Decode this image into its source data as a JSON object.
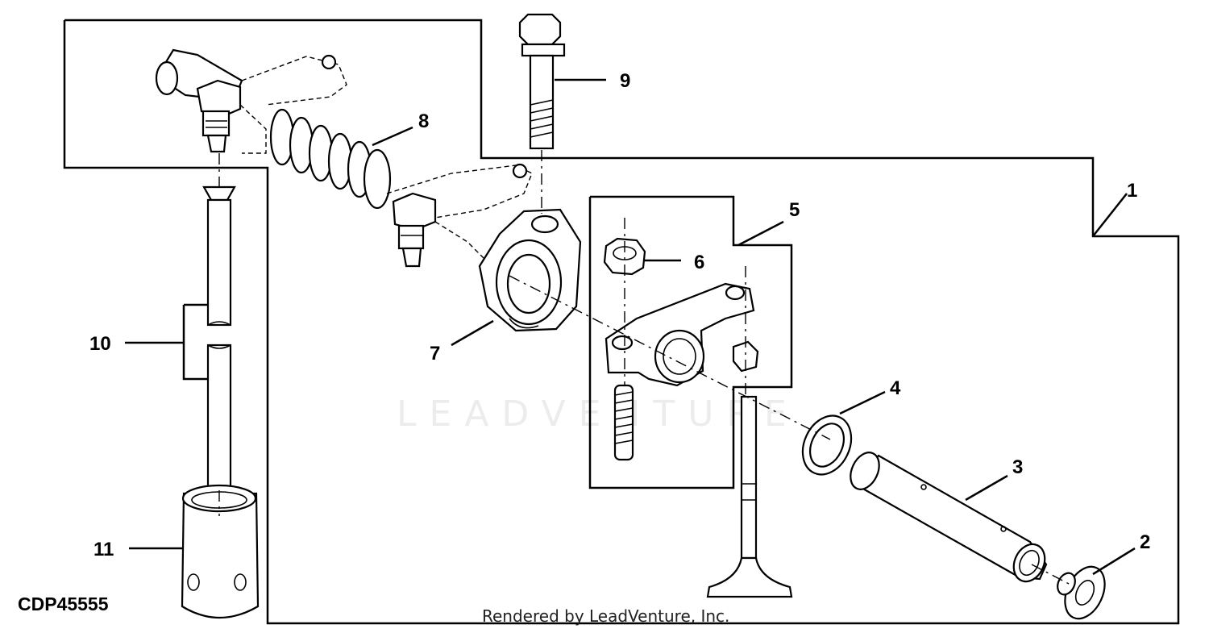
{
  "diagram_code": "CDP45555",
  "rendered_by": "Rendered by LeadVenture, Inc.",
  "watermark": "LEADVENTURE",
  "callouts": [
    "1",
    "2",
    "3",
    "4",
    "5",
    "6",
    "7",
    "8",
    "9",
    "10",
    "11"
  ]
}
